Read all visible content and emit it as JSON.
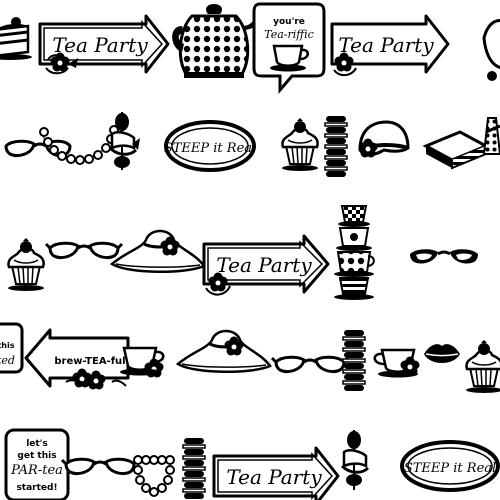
{
  "pattern": {
    "background": "#ffffff",
    "ink": "#000000",
    "style": "black-and-white tea party clip art pattern"
  },
  "labels": {
    "tea_party": "Tea Party",
    "youre_tea_riffic_top": "you're",
    "youre_tea_riffic_bottom": "Tea-riffic",
    "steep_it_real": "STEEP it Real",
    "brew_tea_ful": "brew-TEA-ful",
    "get_partea_1": "let's",
    "get_partea_2": "get this",
    "get_partea_3": "PAR-tea",
    "get_partea_4": "started!",
    "partial_this": "this",
    "partial_ted": "ted"
  },
  "icons": [
    "cake-slice-icon",
    "tea-party-arrow-sign",
    "polka-dot-teapot-icon",
    "youre-tea-riffic-bubble",
    "cat-eye-glasses-icon",
    "pearl-necklace-icon",
    "dessert-skewer-icon",
    "steep-it-real-plaque",
    "cupcake-icon",
    "macaron-stack-icon",
    "cloche-hat-icon",
    "sandwich-icon",
    "wide-brim-hat-icon",
    "stacked-teacups-icon",
    "lips-icon",
    "teacup-icon",
    "brew-tea-ful-arrow-sign",
    "partea-sign"
  ]
}
